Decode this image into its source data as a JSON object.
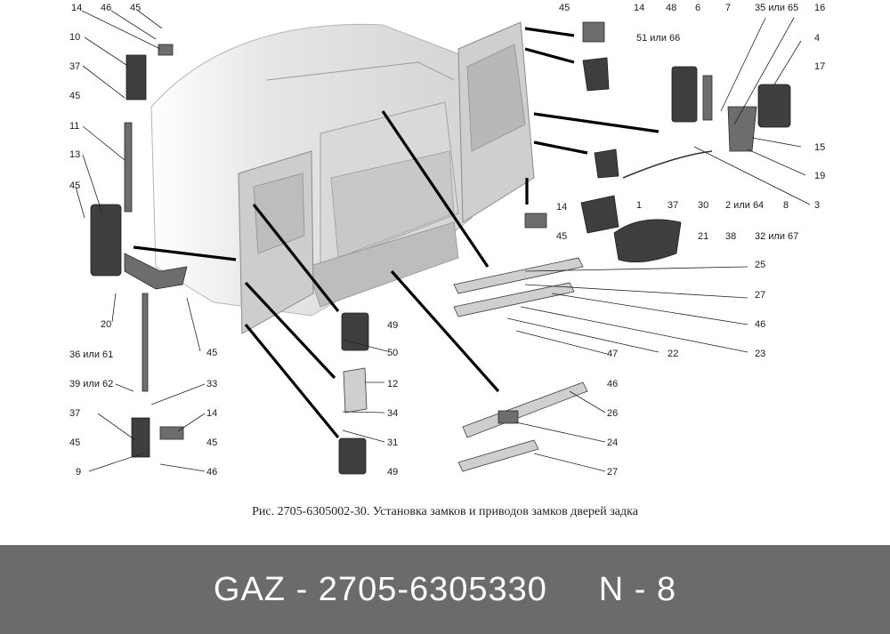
{
  "caption": "Рис. 2705-6305002-30. Установка замков и приводов замков дверей задка",
  "footer": {
    "brand": "GAZ",
    "part_number": "2705-6305330",
    "position": "N - 8"
  },
  "callouts": {
    "c1": "1",
    "c2": "2 или 64",
    "c3": "3",
    "c4": "4",
    "c6": "6",
    "c7": "7",
    "c8": "8",
    "c9": "9",
    "c10": "10",
    "c11": "11",
    "c12": "12",
    "c13": "13",
    "c14a": "14",
    "c14b": "14",
    "c14c": "14",
    "c14d": "14",
    "c15": "15",
    "c16": "16",
    "c17": "17",
    "c19": "19",
    "c20": "20",
    "c21": "21",
    "c22": "22",
    "c23": "23",
    "c24": "24",
    "c25": "25",
    "c26": "26",
    "c27a": "27",
    "c27b": "27",
    "c30": "30",
    "c31": "31",
    "c32": "32 или 67",
    "c33": "33",
    "c34": "34",
    "c35": "35 или 65",
    "c36": "36 или 61",
    "c37a": "37",
    "c37b": "37",
    "c37c": "37",
    "c38": "38",
    "c39": "39 или 62",
    "c45a": "45",
    "c45b": "45",
    "c45c": "45",
    "c45d": "45",
    "c45e": "45",
    "c45f": "45",
    "c45g": "45",
    "c45h": "45",
    "c46a": "46",
    "c46b": "46",
    "c46c": "46",
    "c46d": "46",
    "c47": "47",
    "c48": "48",
    "c49a": "49",
    "c49b": "49",
    "c50": "50",
    "c51": "51 или 66"
  }
}
